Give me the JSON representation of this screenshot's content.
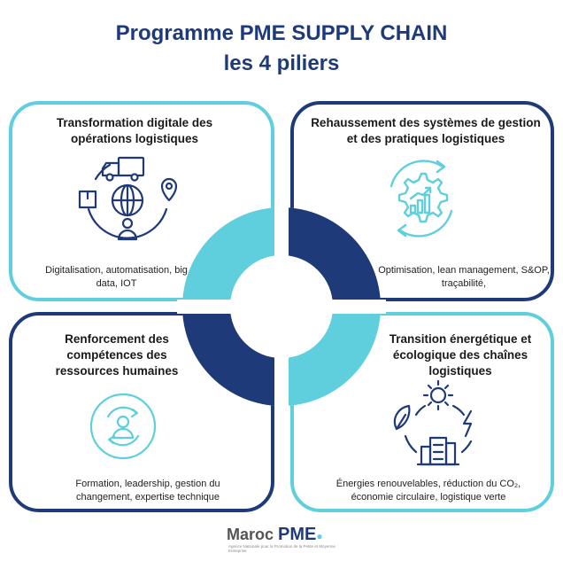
{
  "title": {
    "line1": "Programme PME SUPPLY CHAIN",
    "line2": "les 4 piliers"
  },
  "pillars": [
    {
      "title": "Transformation digitale des opérations logistiques",
      "desc": "Digitalisation, automatisation, big data, IOT",
      "icon": "truck-globe-icon"
    },
    {
      "title": "Rehaussement des systèmes de gestion et des pratiques logistiques",
      "desc": "Optimisation, lean management, S&OP, traçabilité,",
      "icon": "gear-chart-icon"
    },
    {
      "title": "Renforcement des compétences des ressources humaines",
      "desc": "Formation, leadership, gestion du changement, expertise technique",
      "icon": "person-cycle-icon"
    },
    {
      "title": "Transition énergétique et écologique des chaînes logistiques",
      "desc_line1": "Énergies renouvelables, réduction du CO₂,",
      "desc_line2": "économie circulaire, logistique verte",
      "icon": "eco-factory-icon"
    }
  ],
  "colors": {
    "navy": "#1e3a78",
    "teal": "#5fcfde"
  },
  "logo": {
    "maroc": "Maroc ",
    "pme": "PME",
    "sub": "Agence Nationale pour la Promotion de la Petite et Moyenne Entreprise"
  }
}
